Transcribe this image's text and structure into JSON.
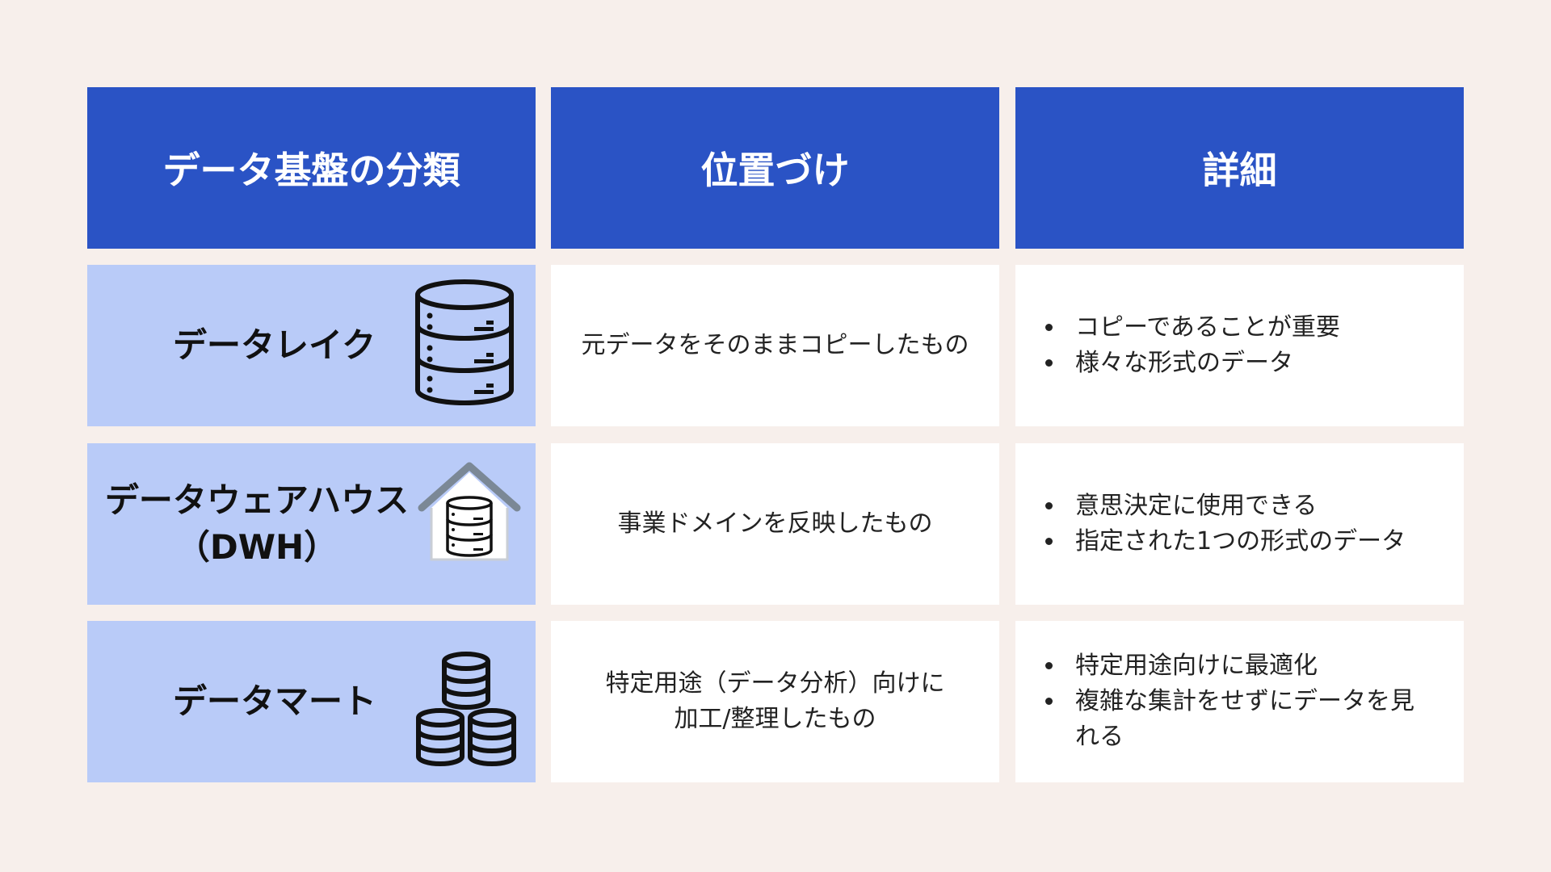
{
  "headers": [
    "データ基盤の分類",
    "位置づけ",
    "詳細"
  ],
  "rows": [
    {
      "name": "データレイク",
      "name2": "",
      "icon": "database-icon",
      "position": [
        "元データをそのままコピーしたもの"
      ],
      "details": [
        "コピーであることが重要",
        "様々な形式のデータ"
      ]
    },
    {
      "name": "データウェアハウス",
      "name2": "（DWH）",
      "icon": "data-warehouse-icon",
      "position": [
        "事業ドメインを反映したもの"
      ],
      "details": [
        "意思決定に使用できる",
        "指定された1つの形式のデータ"
      ]
    },
    {
      "name": "データマート",
      "name2": "",
      "icon": "database-stack-icon",
      "position": [
        "特定用途（データ分析）向けに",
        "加工/整理したもの"
      ],
      "details": [
        "特定用途向けに最適化",
        "複雑な集計をせずにデータを見れる"
      ]
    }
  ],
  "colors": {
    "header": "#2a53c5",
    "label": "#b9cbf8",
    "background": "#f7efeb"
  }
}
